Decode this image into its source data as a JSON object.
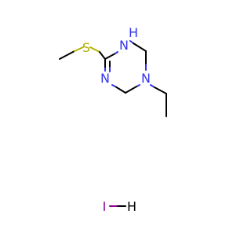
{
  "molecule": {
    "atoms": [
      {
        "id": "S",
        "label": "S",
        "color": "#b2b200"
      },
      {
        "id": "N1",
        "label": "N",
        "color": "#3333ee"
      },
      {
        "id": "N1H",
        "label": "H",
        "color": "#3333ee"
      },
      {
        "id": "N3",
        "label": "N",
        "color": "#3333ee"
      },
      {
        "id": "N5",
        "label": "N",
        "color": "#3333ee"
      },
      {
        "id": "I",
        "label": "I",
        "color": "#940094"
      },
      {
        "id": "HI",
        "label": "H",
        "color": "#000000"
      }
    ]
  }
}
